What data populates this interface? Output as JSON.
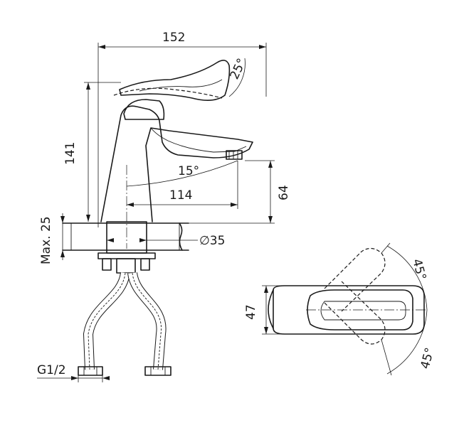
{
  "dimensions": {
    "overall_length": "152",
    "height": "141",
    "handle_angle": "25°",
    "spout_angle": "15°",
    "spout_reach": "114",
    "spout_height": "64",
    "max_thickness": "Max. 25",
    "hole_diameter": "∅35",
    "connection_thread": "G1/2",
    "handle_width": "47",
    "rotation_upper": "45°",
    "rotation_lower": "45°"
  },
  "colors": {
    "line": "#1a1a1a",
    "background": "#ffffff"
  }
}
